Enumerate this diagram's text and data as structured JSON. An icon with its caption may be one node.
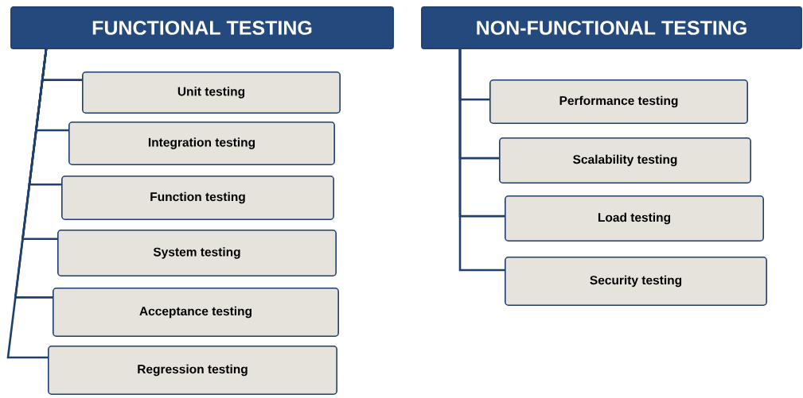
{
  "diagram": {
    "nodes": [
      {
        "text": [
          "FUNCTIONAL TESTING"
        ]
      },
      {
        "text": [
          "Unit testing"
        ]
      },
      {
        "text": [
          "Integration testing"
        ]
      },
      {
        "text": [
          "Function testing"
        ]
      },
      {
        "text": [
          "System testing"
        ]
      },
      {
        "text": [
          "Acceptance testing"
        ]
      },
      {
        "text": [
          "Regression testing"
        ]
      },
      {
        "text": [
          "NON-FUNCTIONAL TESTING"
        ]
      },
      {
        "text": [
          "Performance testing"
        ]
      },
      {
        "text": [
          "Scalability testing"
        ]
      },
      {
        "text": [
          "Load testing"
        ]
      },
      {
        "text": [
          "Security testing"
        ]
      }
    ],
    "edges": [
      {
        "from": 0,
        "to": 1,
        "arrow": "none"
      },
      {
        "from": 0,
        "to": 2,
        "arrow": "none"
      },
      {
        "from": 0,
        "to": 3,
        "arrow": "none"
      },
      {
        "from": 0,
        "to": 4,
        "arrow": "none"
      },
      {
        "from": 0,
        "to": 5,
        "arrow": "none"
      },
      {
        "from": 0,
        "to": 6,
        "arrow": "none"
      },
      {
        "from": 7,
        "to": 8,
        "arrow": "none"
      },
      {
        "from": 7,
        "to": 9,
        "arrow": "none"
      },
      {
        "from": 7,
        "to": 10,
        "arrow": "none"
      },
      {
        "from": 7,
        "to": 11,
        "arrow": "none"
      }
    ]
  }
}
